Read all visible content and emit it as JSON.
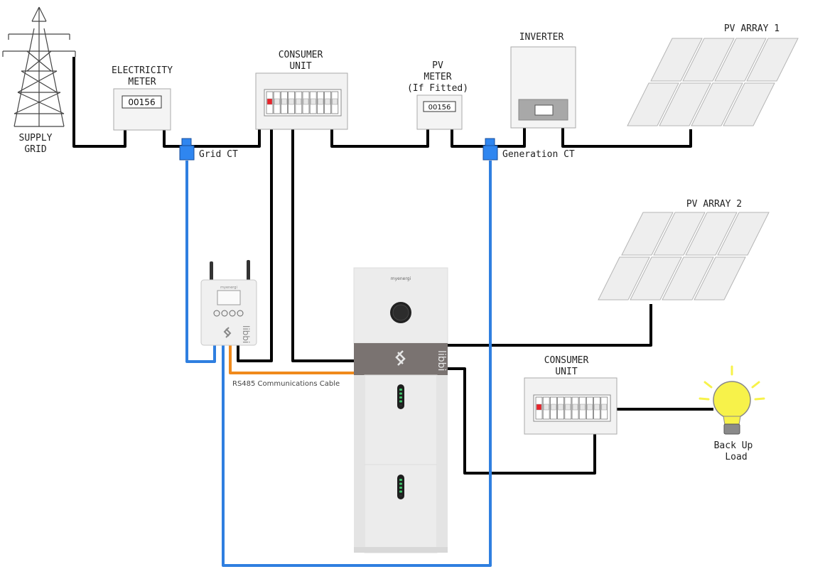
{
  "labels": {
    "supply_grid_line1": "SUPPLY",
    "supply_grid_line2": "GRID",
    "electricity_meter_line1": "ELECTRICITY",
    "electricity_meter_line2": "METER",
    "electricity_meter_reading": "00156",
    "consumer_unit_top_line1": "CONSUMER",
    "consumer_unit_top_line2": "UNIT",
    "pv_meter_line1": "PV",
    "pv_meter_line2": "METER",
    "pv_meter_line3": "(If Fitted)",
    "pv_meter_reading": "00156",
    "inverter": "INVERTER",
    "pv_array_1": "PV ARRAY 1",
    "pv_array_2": "PV ARRAY 2",
    "grid_ct": "Grid CT",
    "generation_ct": "Generation CT",
    "rs485": "RS485 Communications Cable",
    "consumer_unit_bottom_line1": "CONSUMER",
    "consumer_unit_bottom_line2": "UNIT",
    "backup_load_line1": "Back Up",
    "backup_load_line2": "Load",
    "battery_brand": "myenergi",
    "gateway_brand": "myenergi",
    "libbi_logo": "libbi"
  },
  "colors": {
    "power_cable": "#000000",
    "ct_cable": "#2f7fe0",
    "rs485_cable": "#f08a1c",
    "ct_clamp": "#2f86f0",
    "breaker_active": "#e8232a",
    "battery_band": "#7a7371",
    "bulb_yellow": "#f7f24a"
  }
}
